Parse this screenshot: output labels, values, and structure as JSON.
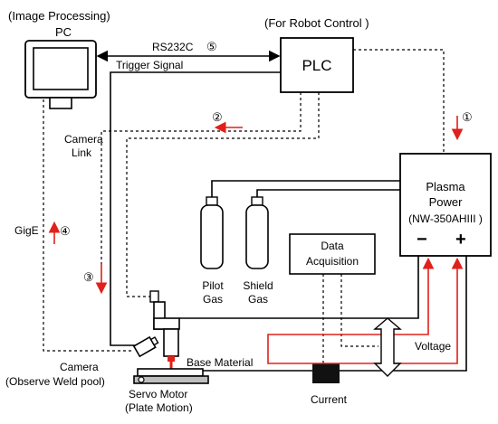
{
  "labels": {
    "image_processing": "(Image Processing)",
    "pc": "PC",
    "for_robot_control": "(For Robot Control )",
    "rs232c": "RS232C",
    "trigger_signal": "Trigger Signal",
    "plc": "PLC",
    "camera_link_1": "Camera",
    "camera_link_2": "Link",
    "gige": "GigE",
    "plasma_power_1": "Plasma",
    "plasma_power_2": "Power",
    "plasma_model": "(NW-350AHIII )",
    "minus": "−",
    "plus": "+",
    "pilot_gas_1": "Pilot",
    "pilot_gas_2": "Gas",
    "shield_gas_1": "Shield",
    "shield_gas_2": "Gas",
    "data_acq_1": "Data",
    "data_acq_2": "Acquisition",
    "voltage": "Voltage",
    "current": "Current",
    "base_material": "Base Material",
    "camera_1": "Camera",
    "camera_2": "(Observe Weld pool)",
    "servo_1": "Servo Motor",
    "servo_2": "(Plate Motion)"
  },
  "steps": [
    "①",
    "②",
    "③",
    "④",
    "⑤"
  ],
  "colors": {
    "arrow": "#e0201b",
    "line": "#000000"
  }
}
